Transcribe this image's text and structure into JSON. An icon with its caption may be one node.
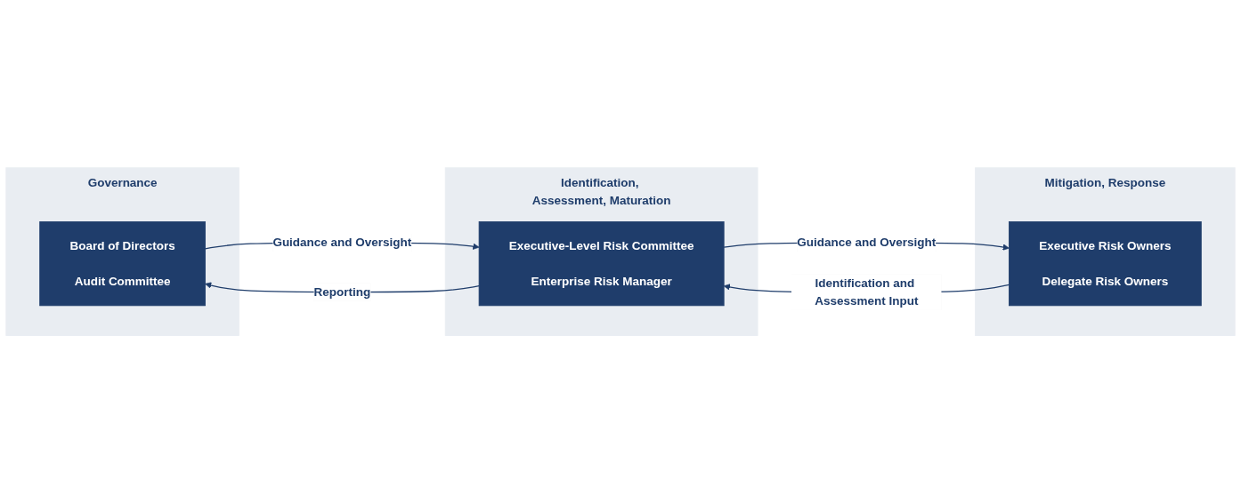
{
  "diagram": {
    "nodes": [
      {
        "text": [
          "Governance"
        ]
      },
      {
        "text": [
          "Board of Directors",
          "Audit Committee"
        ],
        "in": 0
      },
      {
        "text": [
          "Identification, Assessment, Maturation"
        ]
      },
      {
        "text": [
          "Executive-Level Risk Committee",
          "Enterprise Risk Manager"
        ],
        "in": 2
      },
      {
        "text": [
          "Mitigation, Response"
        ]
      },
      {
        "text": [
          "Executive Risk Owners",
          "Delegate Risk Owners"
        ],
        "in": 4
      }
    ],
    "edges": [
      {
        "from": 1,
        "to": 3,
        "arrow": "to",
        "label": "Guidance and Oversight"
      },
      {
        "from": 3,
        "to": 5,
        "arrow": "to",
        "label": "Guidance and Oversight"
      },
      {
        "from": 5,
        "to": 3,
        "arrow": "to",
        "label": "Identification and Assessment Input"
      },
      {
        "from": 3,
        "to": 1,
        "arrow": "to",
        "label": "Reporting"
      }
    ]
  }
}
